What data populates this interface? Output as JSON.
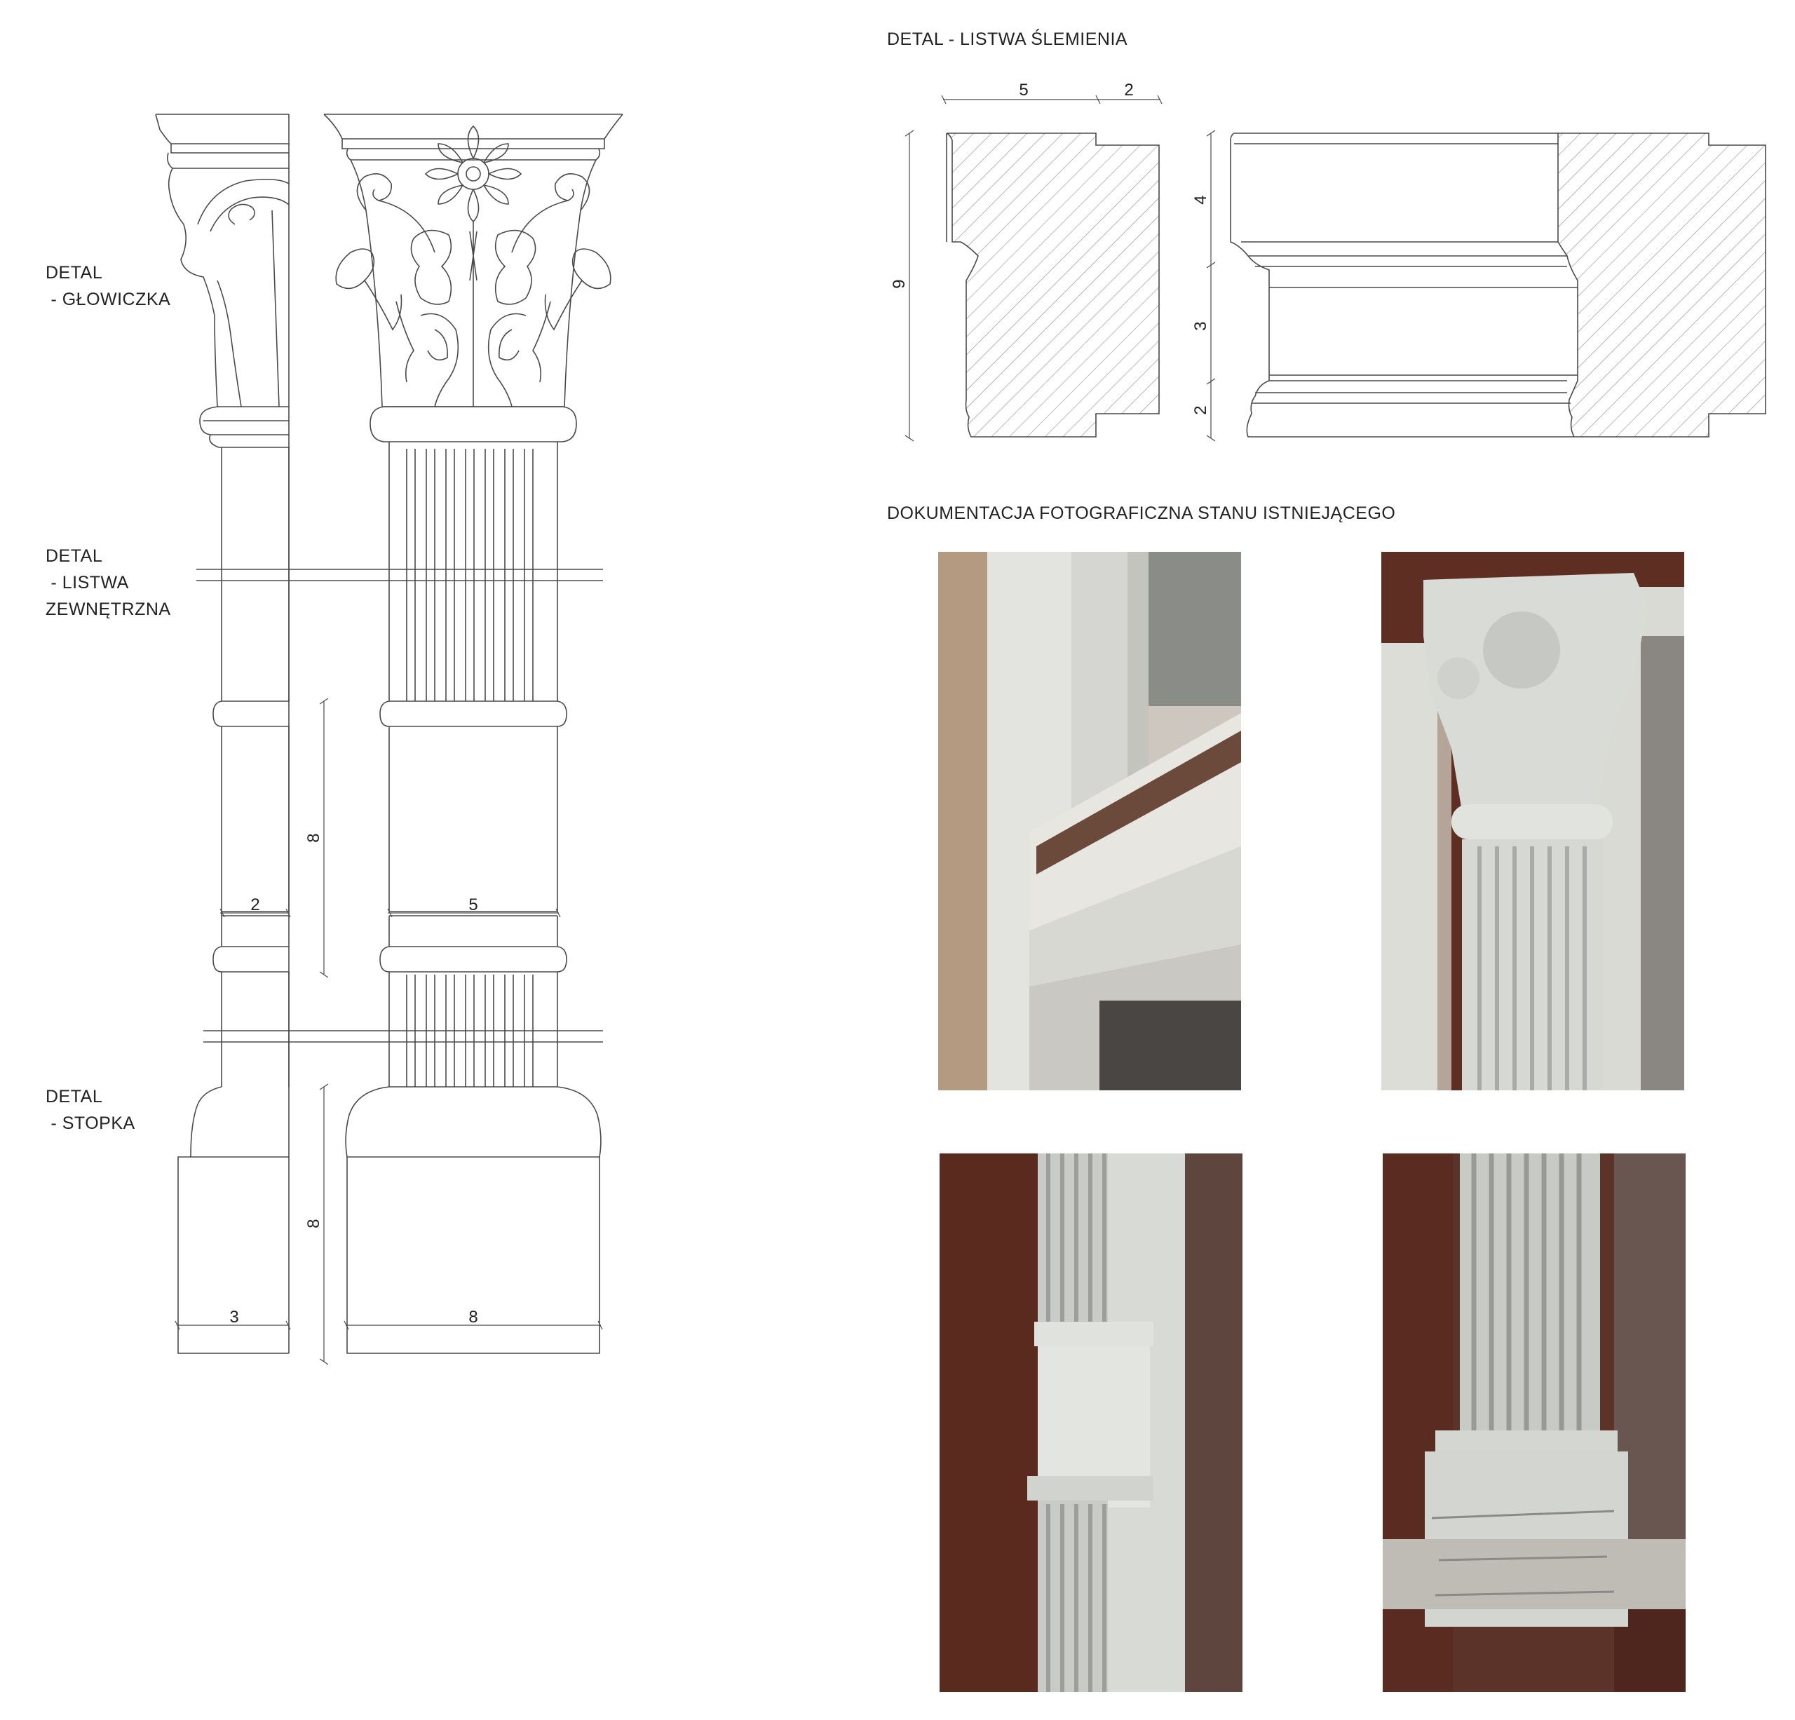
{
  "labels": {
    "capital": "DETAL\n - GŁOWICZKA",
    "strip": "DETAL\n - LISTWA\nZEWNĘTRZNA",
    "foot": "DETAL\n - STOPKA"
  },
  "titles": {
    "transom_detail": "DETAL - LISTWA ŚLEMIENIA",
    "photo_documentation": "DOKUMENTACJA FOTOGRAFICZNA STANU ISTNIEJĄCEGO"
  },
  "dimensions": {
    "shaft_side_width": "2",
    "shaft_front_width": "5",
    "shaft_height": "8",
    "base_side_width": "3",
    "base_front_width": "8",
    "base_height": "8",
    "profile_top_a": "5",
    "profile_top_b": "2",
    "profile_height": "9",
    "elev_top": "4",
    "elev_mid": "3",
    "elev_bottom": "2"
  },
  "colors": {
    "line": "#4a4a4a",
    "paint": "#e6e8e4",
    "wall_dark": "#3d1f1a",
    "wall_brown": "#6b3a2a"
  }
}
